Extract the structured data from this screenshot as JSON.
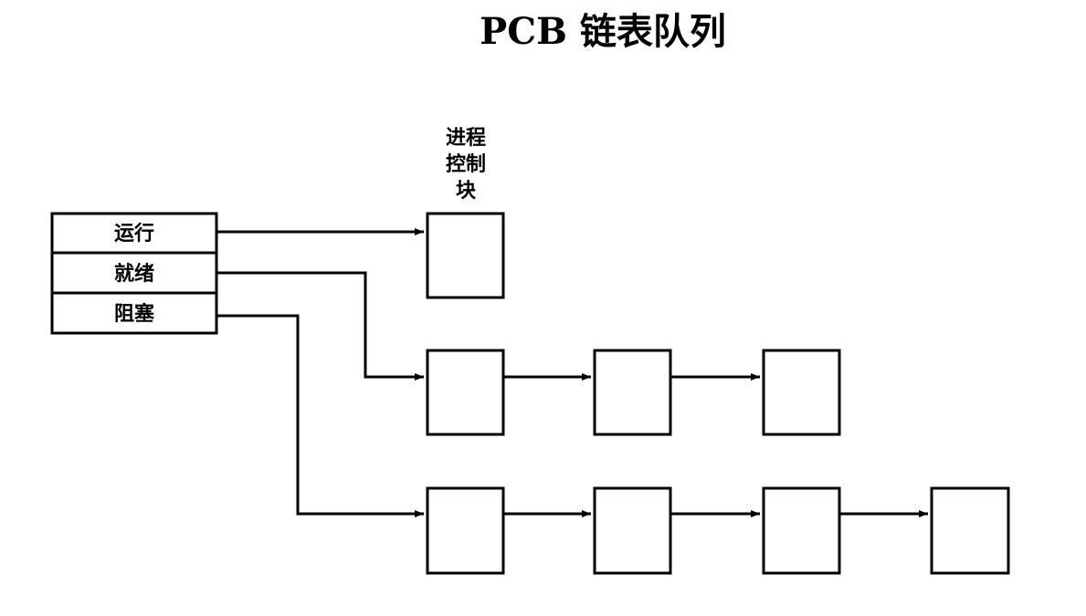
{
  "title": "PCB 链表队列",
  "pcb_caption": [
    "进程",
    "控制",
    "块"
  ],
  "queues": [
    {
      "label": "运行",
      "pcb_count": 1
    },
    {
      "label": "就绪",
      "pcb_count": 3
    },
    {
      "label": "阻塞",
      "pcb_count": 4
    }
  ],
  "colors": {
    "line": "#000000",
    "background": "#ffffff"
  }
}
